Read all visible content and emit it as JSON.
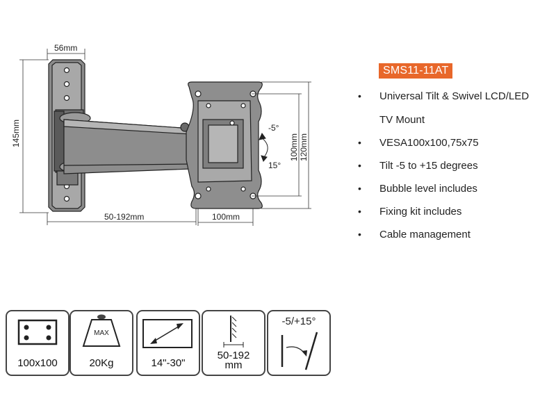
{
  "drawing": {
    "dim_width_plate": "56mm",
    "dim_height_plate": "145mm",
    "dim_extension": "50-192mm",
    "dim_vesa_width": "100mm",
    "dim_vesa_height": "100mm",
    "dim_total_height": "120mm",
    "tilt_up": "-5°",
    "tilt_down": "15°"
  },
  "model": "SMS11-11AT",
  "features": [
    {
      "line1": "Universal Tilt & Swivel LCD/LED",
      "line2": "TV Mount"
    },
    {
      "text": "VESA100x100,75x75"
    },
    {
      "text": "Tilt -5 to +15 degrees"
    },
    {
      "text": "Bubble level includes"
    },
    {
      "text": "Fixing kit includes"
    },
    {
      "text": "Cable management"
    }
  ],
  "bullet": "•",
  "specs": [
    {
      "icon": "vesa-pattern-icon",
      "label": "100x100"
    },
    {
      "icon": "max-weight-icon",
      "icon_text": "MAX",
      "label": "20Kg"
    },
    {
      "icon": "screen-size-icon",
      "label": "14\"-30\""
    },
    {
      "icon": "wall-distance-icon",
      "label": "50-192",
      "label2": "mm"
    },
    {
      "icon": "tilt-range-icon",
      "icon_text": "-5/+15°"
    }
  ],
  "colors": {
    "accent": "#e8672a",
    "line": "#333333"
  }
}
